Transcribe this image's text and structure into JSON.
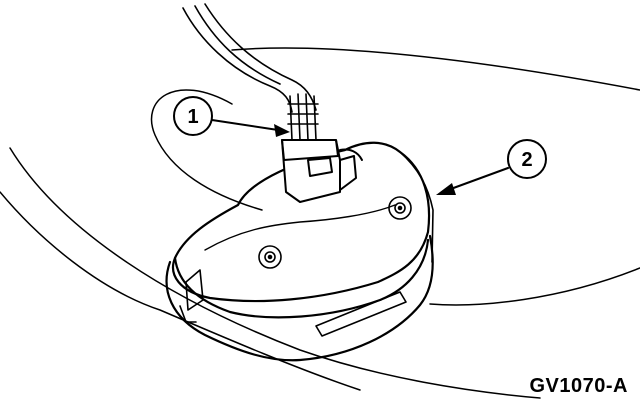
{
  "callouts": [
    {
      "number": "1"
    },
    {
      "number": "2"
    }
  ],
  "figure_id": "GV1070-A",
  "colors": {
    "line": "#000000",
    "paper": "#ffffff"
  }
}
